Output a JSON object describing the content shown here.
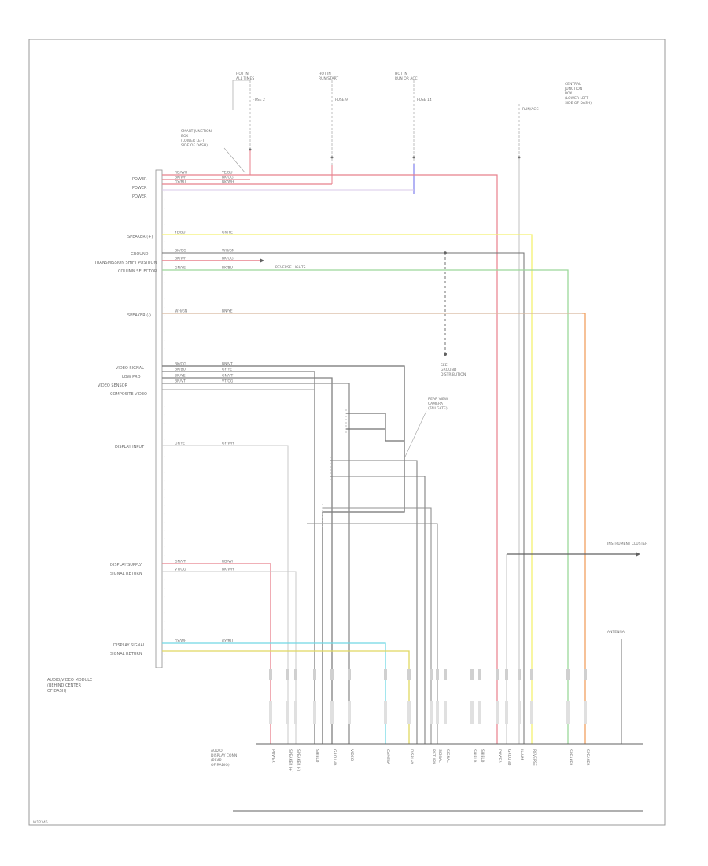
{
  "diagram": {
    "footer_code": "W12345",
    "module_label": [
      "AUDIO/VIDEO MODULE",
      "(BEHIND CENTER",
      "OF DASH)"
    ],
    "connector_label": [
      "AUDIO",
      "DISPLAY CONN",
      "(REAR",
      "OF RADIO)"
    ],
    "left_labels": [
      "POWER",
      "POWER",
      "POWER",
      "SPEAKER (+)",
      "GROUND",
      "TRANSMISSION SHIFT POSITION",
      "COLUMN SELECTOR",
      "SPEAKER (-)",
      "VIDEO SIGNAL",
      "LOW PRO",
      "VIDEO SENSOR",
      "COMPOSITE VIDEO",
      "DISPLAY INPUT",
      "DISPLAY SUPPLY",
      "SIGNAL RETURN",
      "DISPLAY SIGNAL",
      "SIGNAL RETURN"
    ],
    "top_labels": [
      [
        "HOT IN",
        "ALL TIMES"
      ],
      [
        "HOT IN",
        "RUN/START"
      ],
      [
        "HOT IN",
        "RUN OR ACC"
      ],
      [
        "CENTRAL",
        "JUNCTION",
        "BOX",
        "(LOWER LEFT",
        "SIDE OF DASH)"
      ]
    ],
    "fuse_labels": [
      "FUSE 2",
      "FUSE 9",
      "FUSE 14",
      "RUN/ACC"
    ],
    "callouts": {
      "smart_junction": [
        "SMART JUNCTION",
        "BOX",
        "(LOWER LEFT",
        "SIDE OF DASH)"
      ],
      "ground_point": [
        "SEE",
        "GROUND",
        "DISTRIBUTION"
      ],
      "video_camera": [
        "REAR VIEW",
        "CAMERA",
        "(TAILGATE)"
      ],
      "reverse_lights": "REVERSE LIGHTS",
      "instrument_cluster": "INSTRUMENT CLUSTER",
      "antenna": "ANTENNA"
    },
    "wire_codes": [
      "RD/WH",
      "BK/WH",
      "GY/BU",
      "YE/BU",
      "BK/OG",
      "BK/WH",
      "GN/YE",
      "WH/GN",
      "BK/OG",
      "BK/BU",
      "BN/YE",
      "BN/VT",
      "GY/YE",
      "GN/VT",
      "VT/OG",
      "GY/WH"
    ],
    "bottom_labels": [
      "POWER",
      "SPEAKER (+)",
      "SPEAKER (-)",
      "SHIELD",
      "GROUND",
      "VIDEO",
      "CAMERA",
      "DISPLAY",
      "RETURN",
      "SIGNAL",
      "SIGNAL",
      "SHIELD",
      "SHIELD",
      "POWER",
      "GROUND",
      "ILLUM",
      "REVERSE",
      "SPEAKER",
      "SPEAKER"
    ],
    "colors": {
      "red": "#e8808c",
      "pink": "#f0a0b4",
      "yellow": "#f4f070",
      "green": "#9cd89a",
      "orange": "#f0a060",
      "cyan": "#70d8e4",
      "blue": "#8080ee",
      "gray": "#9a9a9a",
      "darkgray": "#606060",
      "lightgray": "#c4c4c4"
    }
  }
}
